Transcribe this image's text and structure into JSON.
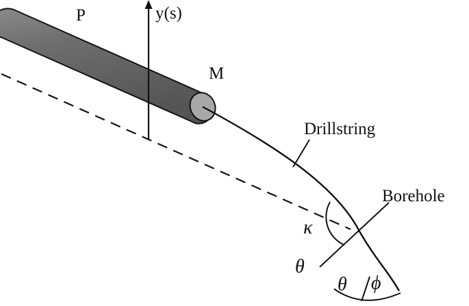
{
  "labels": {
    "force_p": "P",
    "axis_y": "y(s)",
    "moment_m": "M",
    "drillstring": "Drillstring",
    "borehole": "Borehole",
    "kappa": "κ",
    "theta_left": "θ",
    "theta_bottom": "θ",
    "phi": "ϕ"
  },
  "colors": {
    "cylinder_body": "#6a6a6a",
    "cylinder_cap": "#a8a8a8",
    "line": "#111111"
  }
}
